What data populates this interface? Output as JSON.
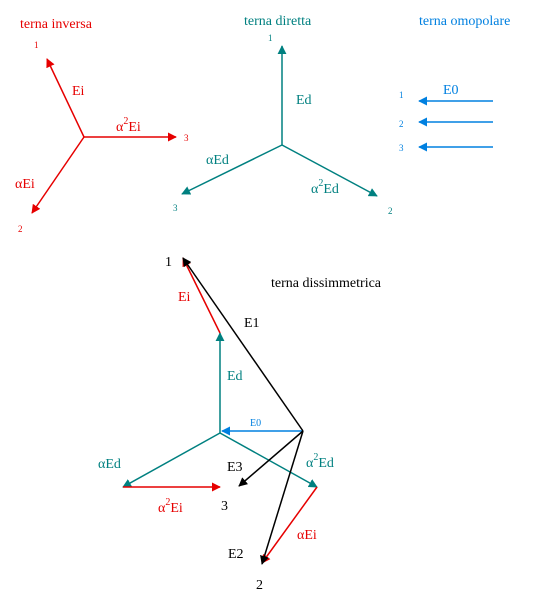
{
  "colors": {
    "inverse": "#e60000",
    "direct": "#008080",
    "zero": "#0080e0",
    "result": "#000000"
  },
  "inverse": {
    "title": "terna inversa",
    "p1": "1",
    "p2": "2",
    "p3": "3",
    "lbl_ei": "Ei",
    "lbl_a2_alpha": "α",
    "lbl_a2_exp": "2",
    "lbl_a2_e": "Ei",
    "lbl_aei": "αEi"
  },
  "direct": {
    "title": "terna diretta",
    "p1": "1",
    "p2": "2",
    "p3": "3",
    "lbl_ed": "Ed",
    "lbl_aed": "αEd",
    "lbl_a2_alpha": "α",
    "lbl_a2_exp": "2",
    "lbl_a2_e": "Ed"
  },
  "zero": {
    "title": "terna omopolare",
    "p1": "1",
    "p2": "2",
    "p3": "3",
    "lbl_e0": "E0"
  },
  "asym": {
    "title": "terna dissimmetrica",
    "p1": "1",
    "p2": "2",
    "p3": "3",
    "lbl_e1": "E1",
    "lbl_e2": "E2",
    "lbl_e3": "E3",
    "lbl_ei": "Ei",
    "lbl_ed": "Ed",
    "lbl_e0": "E0",
    "lbl_aed": "αEd",
    "lbl_a2ed_alpha": "α",
    "lbl_a2ed_exp": "2",
    "lbl_a2ed_e": "Ed",
    "lbl_a2ei_alpha": "α",
    "lbl_a2ei_exp": "2",
    "lbl_a2ei_e": "Ei",
    "lbl_aei": "αEi"
  }
}
